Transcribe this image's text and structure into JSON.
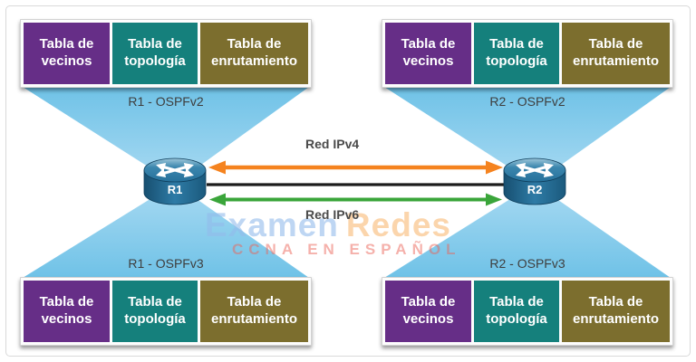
{
  "watermark": {
    "word1": "Examen",
    "word2": "Redes",
    "subtitle": "CCNA EN ESPAÑOL",
    "word1_color": "rgba(147,186,235,0.60)",
    "word2_color": "rgba(247,178,103,0.55)",
    "subtitle_color": "rgba(236,100,88,0.50)"
  },
  "links": {
    "ipv4_label": "Red IPv4",
    "ipv4_color": "#f5831f",
    "ipv6_label": "Red IPv6",
    "ipv6_color": "#3aa53a",
    "plain_link_color": "#1c1c1c"
  },
  "routers": [
    {
      "label": "R1"
    },
    {
      "label": "R2"
    }
  ],
  "groups": [
    {
      "label": "R1 - OSPFv2",
      "position": "top-left"
    },
    {
      "label": "R2 - OSPFv2",
      "position": "top-right"
    },
    {
      "label": "R1 - OSPFv3",
      "position": "bottom-left"
    },
    {
      "label": "R2 - OSPFv3",
      "position": "bottom-right"
    }
  ],
  "table_cells": [
    {
      "name": "tabla-de-vecinos",
      "line1": "Tabla de",
      "line2": "vecinos",
      "color": "#662e87"
    },
    {
      "name": "tabla-de-topologia",
      "line1": "Tabla de",
      "line2": "topología",
      "color": "#15807c"
    },
    {
      "name": "tabla-de-enrutamiento",
      "line1": "Tabla de",
      "line2": "enrutamiento",
      "color": "#7c6e2e"
    }
  ],
  "colors": {
    "beam": "#6fc2e7",
    "beam_light": "#a9daf2",
    "router_body": "#2e7ba6",
    "router_outline": "#0e3e5c",
    "label_text": "#4a4a4a"
  }
}
